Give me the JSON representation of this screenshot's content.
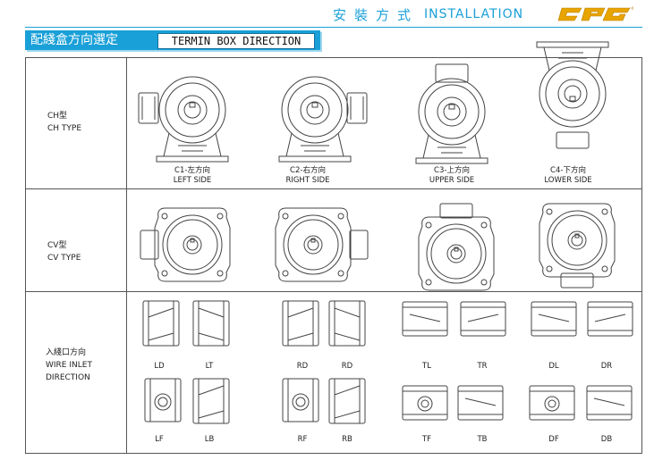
{
  "header": {
    "title_cn": "安裝方式",
    "title_en": "INSTALLATION",
    "brand": "CPG"
  },
  "section": {
    "title_cn": "配綫盒方向選定",
    "title_en": "TERMIN BOX DIRECTION"
  },
  "rows": [
    {
      "cn": "CH型",
      "en": "CH TYPE"
    },
    {
      "cn": "CV型",
      "en": "CV TYPE"
    },
    {
      "cn": "入綫口方向",
      "en1": "WIRE INLET",
      "en2": "DIRECTION"
    }
  ],
  "ch_labels": [
    {
      "cn": "C1-左方向",
      "en": "LEFT SIDE"
    },
    {
      "cn": "C2-右方向",
      "en": "RIGHT SIDE"
    },
    {
      "cn": "C3-上方向",
      "en": "UPPER SIDE"
    },
    {
      "cn": "C4-下方向",
      "en": "LOWER SIDE"
    }
  ],
  "wire_labels_top": [
    "LD",
    "LT",
    "RD",
    "RD",
    "TL",
    "TR",
    "DL",
    "DR"
  ],
  "wire_labels_bottom": [
    "LF",
    "LB",
    "RF",
    "RB",
    "TF",
    "TB",
    "DF",
    "DB"
  ]
}
